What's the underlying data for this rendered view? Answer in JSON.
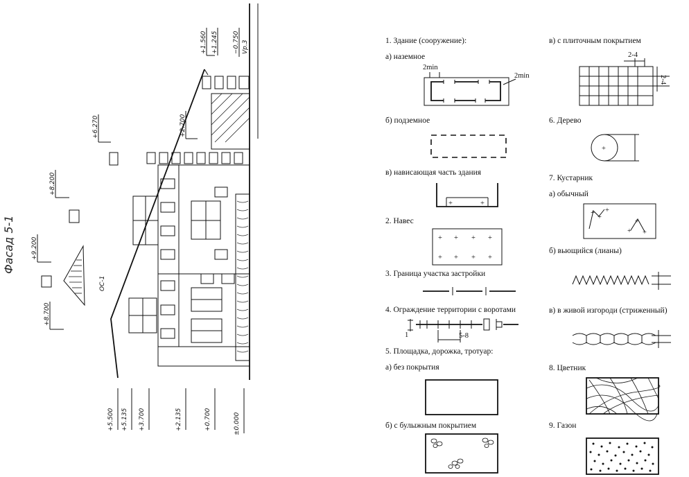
{
  "drawing": {
    "title": "Фасад 5-1",
    "axis_label": "ОС-1",
    "elevations_top": [
      "+1.560",
      "+1.245",
      "−0.750",
      "Vp.3"
    ],
    "elevations_left": [
      "+6.270",
      "+2.700",
      "+8.200",
      "+9.200",
      "+8.700"
    ],
    "elevations_bottom": [
      "+5.500",
      "+5.135",
      "+3.700",
      "+2.135",
      "+0.700",
      "±0.000"
    ]
  },
  "legend": {
    "col1": {
      "building": "1.  Здание (сооружение):",
      "ground": "а) наземное",
      "dim_2min_top": "2min",
      "dim_2min_right": "2min",
      "underground": "б) подземное",
      "overhang": "в) нависающая часть здания",
      "canopy": "2. Навес",
      "plot_border": "3. Граница участка застройки",
      "fence": "4. Ограждение территории с воротами",
      "fence_dim_1": "1",
      "fence_dim_58": "5-8",
      "area": "5. Площадка, дорожка, тротуар:",
      "no_cover": "а) без покрытия",
      "cobble": "б) с булыжным покрытием"
    },
    "col2": {
      "tiles": "в) с плиточным покрытием",
      "tiles_dim_a": "2-4",
      "tiles_dim_b": "2-4",
      "tree": "6. Дерево",
      "shrub": "7. Кустарник",
      "shrub_normal": "а) обычный",
      "shrub_climbing": "б) вьющийся (лианы)",
      "shrub_hedge": "в) в живой изгороди (стриженный)",
      "flowerbed": "8. Цветник",
      "lawn": "9. Газон"
    }
  }
}
